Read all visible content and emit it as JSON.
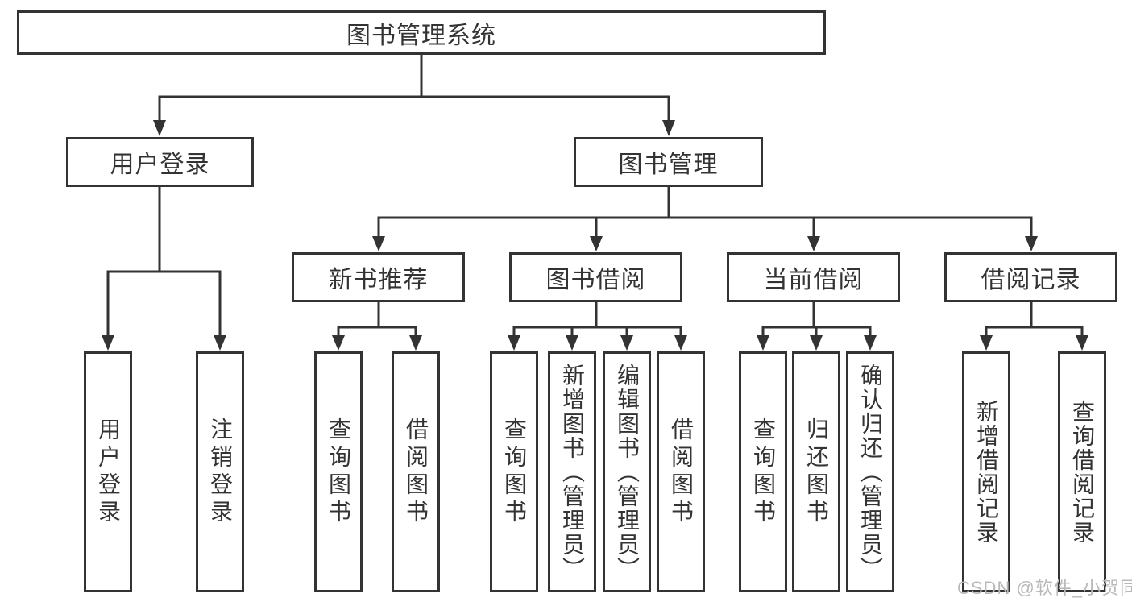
{
  "diagram_title": "图书管理系统",
  "colors": {
    "line": "#333333",
    "text": "#333333",
    "background": "#ffffff",
    "watermark": "#b8b8b8"
  },
  "tree": {
    "root": "图书管理系统",
    "branches": [
      {
        "label": "用户登录",
        "children": [
          "用户登录",
          "注销登录"
        ]
      },
      {
        "label": "图书管理",
        "sections": [
          {
            "label": "新书推荐",
            "children": [
              "查询图书",
              "借阅图书"
            ]
          },
          {
            "label": "图书借阅",
            "children": [
              "查询图书",
              "新增图书（管理员）",
              "编辑图书（管理员）",
              "借阅图书"
            ]
          },
          {
            "label": "当前借阅",
            "children": [
              "查询图书",
              "归还图书",
              "确认归还（管理员）"
            ]
          },
          {
            "label": "借阅记录",
            "children": [
              "新增借阅记录",
              "查询借阅记录"
            ]
          }
        ]
      }
    ]
  },
  "watermark": "CSDN @软件_小贺同学"
}
